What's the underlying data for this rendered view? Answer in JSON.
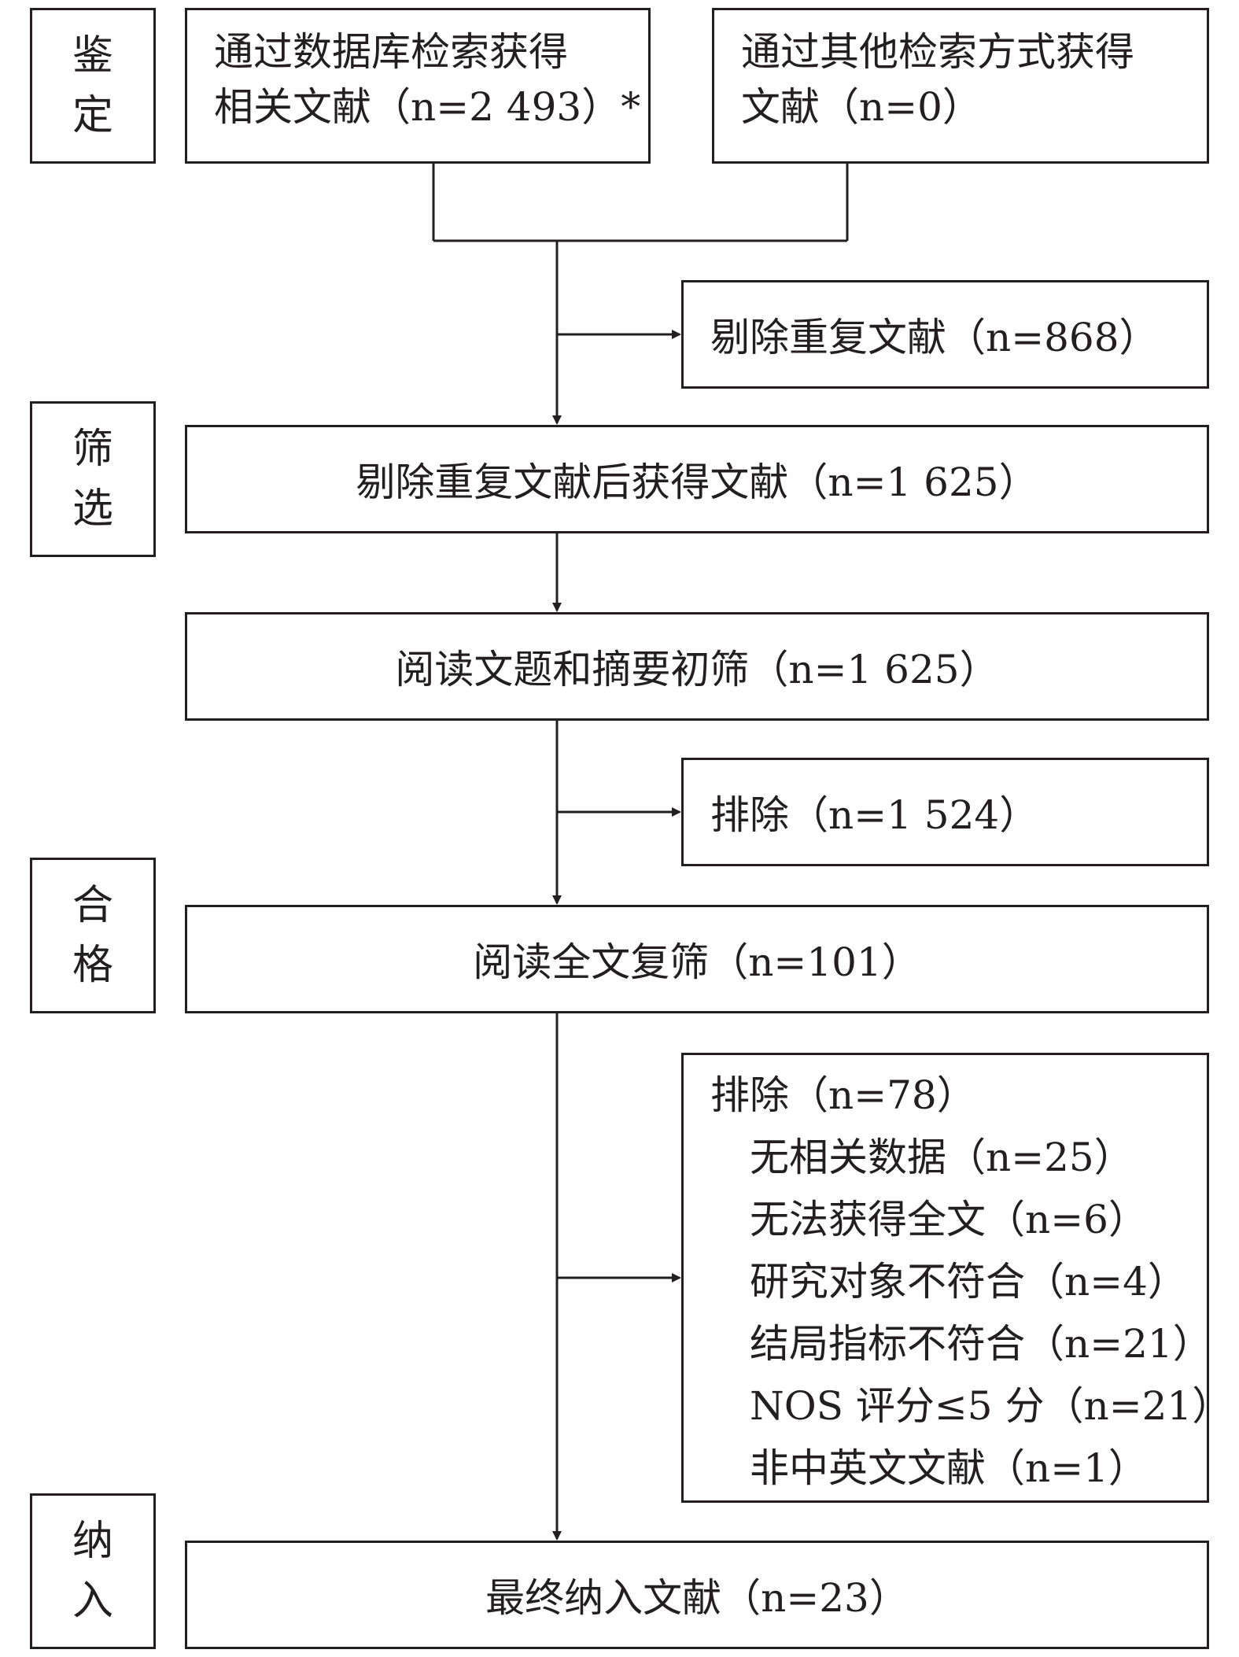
{
  "stages": {
    "identification": [
      "鉴",
      "定"
    ],
    "screening": [
      "筛",
      "选"
    ],
    "eligibility": [
      "合",
      "格"
    ],
    "included": [
      "纳",
      "入"
    ]
  },
  "boxes": {
    "database_search": {
      "line1": "通过数据库检索获得",
      "line2": "相关文献（n=2 493）*"
    },
    "other_search": {
      "line1": "通过其他检索方式获得",
      "line2": "文献（n=0）"
    },
    "duplicates_removed": "剔除重复文献（n=868）",
    "after_dedup": "剔除重复文献后获得文献（n=1 625）",
    "title_abstract": "阅读文题和摘要初筛（n=1 625）",
    "excluded_1": "排除（n=1 524）",
    "full_text": "阅读全文复筛（n=101）",
    "excluded_2": {
      "title": "排除（n=78）",
      "reasons": [
        "无相关数据（n=25）",
        "无法获得全文（n=6）",
        "研究对象不符合（n=4）",
        "结局指标不符合（n=21）",
        "NOS 评分≤5 分（n=21）",
        "非中英文文献（n=1）"
      ]
    },
    "final": "最终纳入文献（n=23）"
  }
}
